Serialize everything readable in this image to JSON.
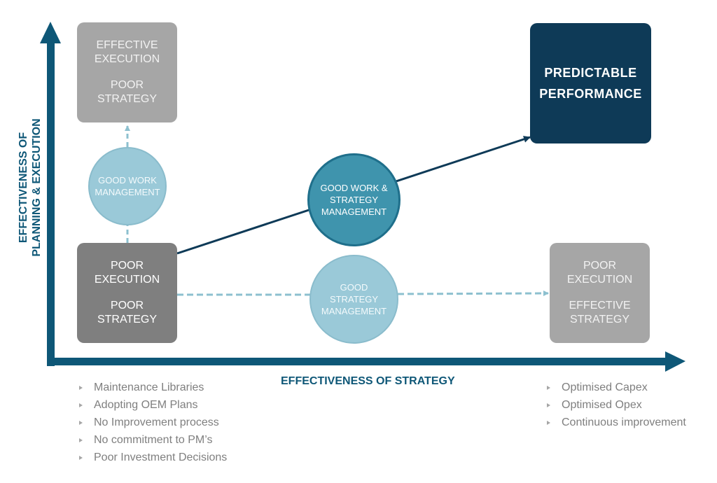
{
  "colors": {
    "axis": "#0e5777",
    "navy": "#0e3a57",
    "teal": "#3f94ad",
    "light_blue": "#9ac9d8",
    "dashed": "#8dc0cf",
    "solid_line": "#0e3a57",
    "box_light": "#a6a6a6",
    "box_dark": "#7f7f7f",
    "bullet_text": "#7f7f7f"
  },
  "axes": {
    "y_label_line1": "EFFECTIVENESS OF",
    "y_label_line2": "PLANNING & EXECUTION",
    "x_label": "EFFECTIVENESS OF STRATEGY"
  },
  "quadrants": {
    "top_left": {
      "line1": "EFFECTIVE\nEXECUTION",
      "line2": "POOR\nSTRATEGY"
    },
    "bottom_left": {
      "line1": "POOR\nEXECUTION",
      "line2": "POOR\nSTRATEGY"
    },
    "bottom_right": {
      "line1": "POOR\nEXECUTION",
      "line2": "EFFECTIVE\nSTRATEGY"
    },
    "top_right": {
      "line1": "PREDICTABLE",
      "line2": "PERFORMANCE"
    }
  },
  "transitions": {
    "work": {
      "lines": [
        "GOOD WORK",
        "MANAGEMENT"
      ]
    },
    "work_and_strategy": {
      "lines": [
        "GOOD WORK &",
        "STRATEGY",
        "MANAGEMENT"
      ]
    },
    "strategy": {
      "lines": [
        "GOOD",
        "STRATEGY",
        "MANAGEMENT"
      ]
    }
  },
  "bullets_left": [
    "Maintenance Libraries",
    "Adopting OEM Plans",
    "No Improvement process",
    "No commitment to PM’s",
    "Poor Investment Decisions"
  ],
  "bullets_right": [
    "Optimised Capex",
    "Optimised Opex",
    "Continuous improvement"
  ]
}
